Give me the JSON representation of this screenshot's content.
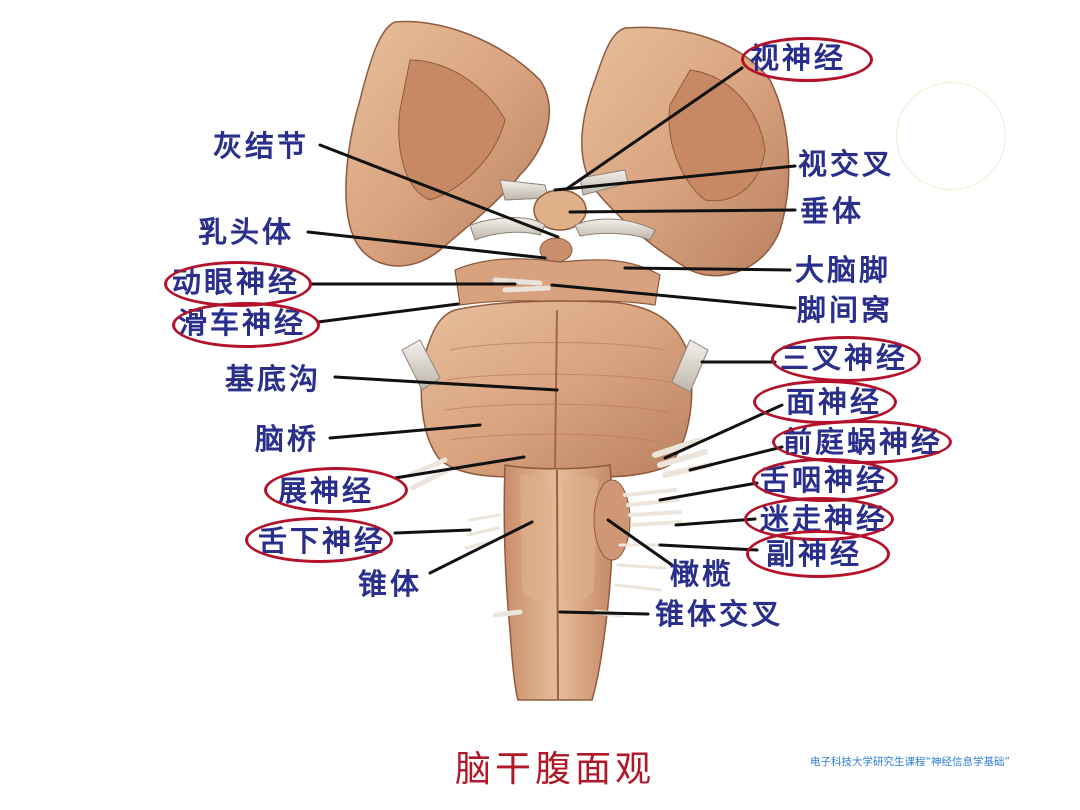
{
  "title": "脑干腹面观",
  "footer": "电子科技大学研究生课程“神经信息学基础”",
  "colors": {
    "label_text": "#2a2f8c",
    "highlight_ring": "#b3122a",
    "title": "#b01827",
    "footer": "#2f7ed8",
    "tissue": "#dcaa85",
    "tissue_dark": "#a8714f",
    "leader_line": "#111111"
  },
  "labels": {
    "optic_nerve": "视神经",
    "gray_tubercle": "灰结节",
    "optic_chiasm": "视交叉",
    "hypophysis": "垂体",
    "mammillary_body": "乳头体",
    "cerebral_peduncle": "大脑脚",
    "oculomotor_nerve": "动眼神经",
    "interpeduncular_fossa": "脚间窝",
    "trochlear_nerve": "滑车神经",
    "trigeminal_nerve": "三叉神经",
    "basilar_sulcus": "基底沟",
    "facial_nerve": "面神经",
    "pons": "脑桥",
    "vestibulocochlear_nerve": "前庭蜗神经",
    "abducens_nerve": "展神经",
    "glossopharyngeal_nerve": "舌咽神经",
    "vagus_nerve": "迷走神经",
    "hypoglossal_nerve": "舌下神经",
    "accessory_nerve": "副神经",
    "pyramid": "锥体",
    "olive": "橄榄",
    "pyramidal_decussation": "锥体交叉"
  },
  "highlighted_labels": [
    "optic_nerve",
    "oculomotor_nerve",
    "trochlear_nerve",
    "trigeminal_nerve",
    "facial_nerve",
    "vestibulocochlear_nerve",
    "abducens_nerve",
    "glossopharyngeal_nerve",
    "vagus_nerve",
    "hypoglossal_nerve",
    "accessory_nerve"
  ]
}
